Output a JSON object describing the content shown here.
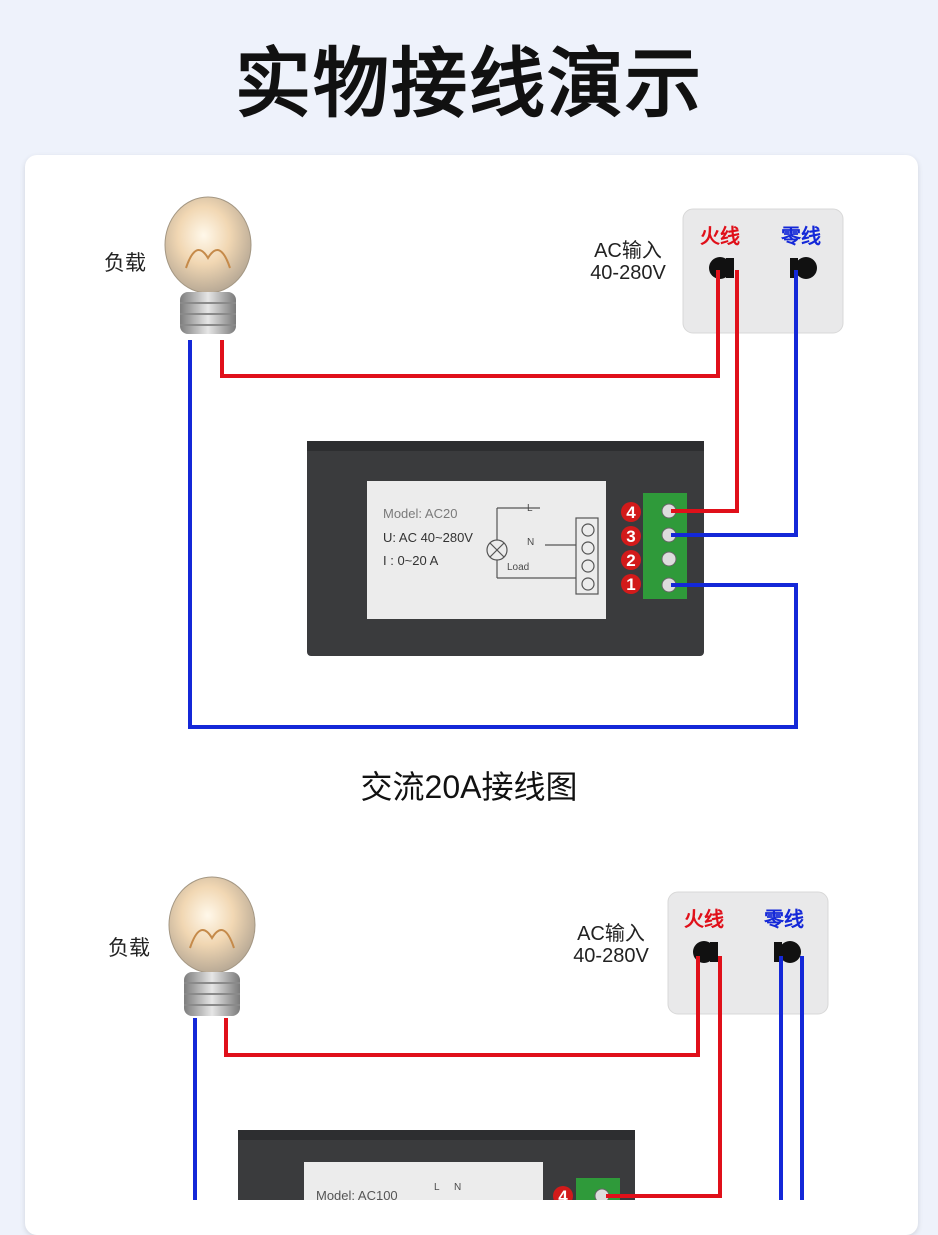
{
  "page_title": "实物接线演示",
  "colors": {
    "live": "#e0101a",
    "neutral": "#1428d8",
    "meter_body": "#3a3b3d",
    "terminal": "#2f9a3a"
  },
  "diagram1": {
    "load_label": "负载",
    "ac_input_label": "AC输入",
    "ac_voltage": "40-280V",
    "live_label": "火线",
    "neutral_label": "零线",
    "meter": {
      "model": "Model: AC20",
      "voltage": "U:  AC 40~280V",
      "current": "I :  0~20 A",
      "schematic_L": "L",
      "schematic_N": "N",
      "schematic_load": "Load",
      "terminals": [
        "4",
        "3",
        "2",
        "1"
      ],
      "terminal_circles": [
        "④",
        "③",
        "②",
        "①"
      ]
    },
    "caption": "交流20A接线图"
  },
  "diagram2": {
    "load_label": "负载",
    "ac_input_label": "AC输入",
    "ac_voltage": "40-280V",
    "live_label": "火线",
    "neutral_label": "零线",
    "meter": {
      "model": "Model: AC100",
      "schematic_L": "L",
      "schematic_N": "N",
      "terminals": [
        "4"
      ]
    }
  }
}
